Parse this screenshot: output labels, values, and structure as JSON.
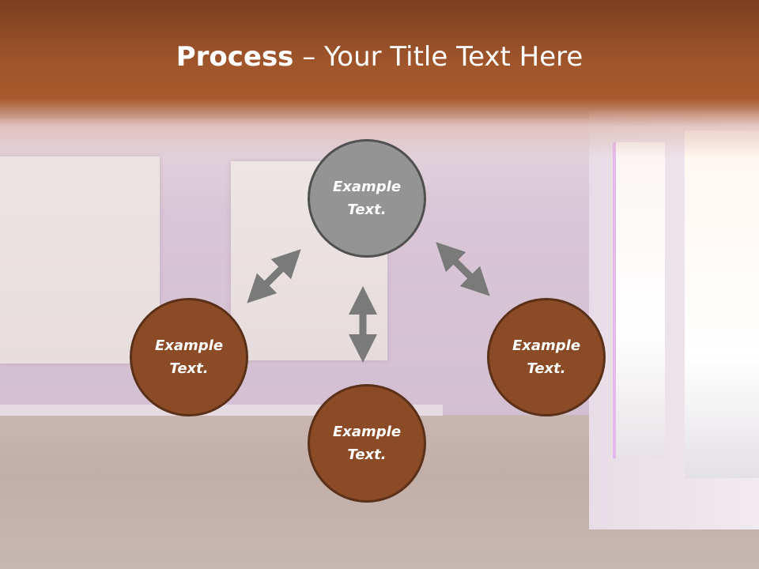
{
  "title": {
    "bold": "Process",
    "rest": " – Your Title Text Here"
  },
  "nodes": [
    {
      "id": "top",
      "line1": "Example",
      "line2": "Text.",
      "color": "#949494"
    },
    {
      "id": "left",
      "line1": "Example",
      "line2": "Text.",
      "color": "#8b4b27"
    },
    {
      "id": "bottom",
      "line1": "Example",
      "line2": "Text.",
      "color": "#8b4b27"
    },
    {
      "id": "right",
      "line1": "Example",
      "line2": "Text.",
      "color": "#8b4b27"
    }
  ],
  "colors": {
    "header": "#a0552b",
    "arrow": "#7a7a7a"
  }
}
